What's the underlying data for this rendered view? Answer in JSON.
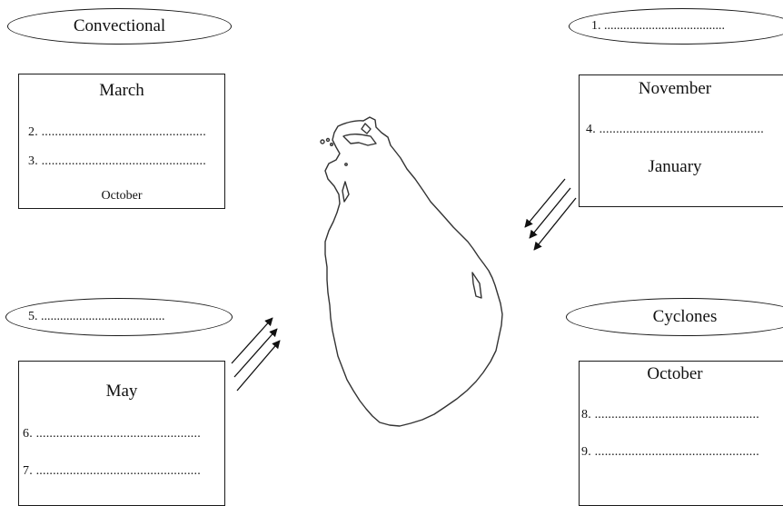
{
  "top_left_oval": {
    "label": "Convectional"
  },
  "top_right_oval": {
    "label": "1. ......................................"
  },
  "mid_left_oval": {
    "label": "5. ......................................."
  },
  "mid_right_oval": {
    "label": "Cyclones"
  },
  "box_march": {
    "title": "March",
    "line2": "2. .................................................",
    "line3": "3. .................................................",
    "footer": "October"
  },
  "box_november": {
    "title": "November",
    "line4": "4. .................................................",
    "subtitle": "January"
  },
  "box_may": {
    "title": "May",
    "line6": "6. .................................................",
    "line7": "7. ................................................."
  },
  "box_october": {
    "title": "October",
    "line8": "8. .................................................",
    "line9": "9. ................................................."
  },
  "map": {
    "name": "sri-lanka-outline"
  },
  "arrows": {
    "northeast_monsoon": "south-west direction",
    "southwest_monsoon": "north-east direction"
  }
}
